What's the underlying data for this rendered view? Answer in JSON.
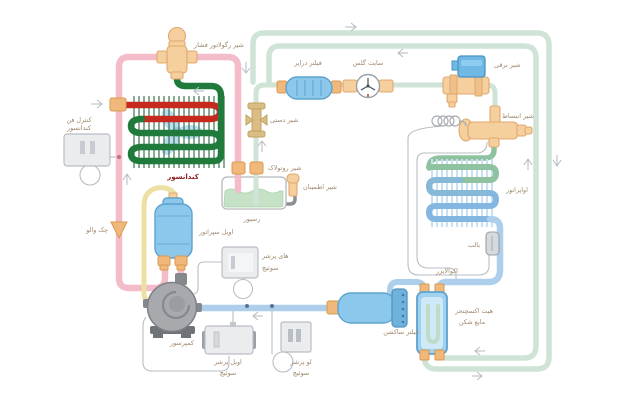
{
  "diagram": {
    "type": "refrigeration-cycle-schematic",
    "language": "fa",
    "direction": "rtl"
  },
  "labels": {
    "pressure_regulator_valve": "شیر رگولاتور فشار",
    "condenser_fan_control_line1": "کنترل فن",
    "condenser_fan_control_line2": "کندانسور",
    "condenser": "کندانسور",
    "check_valve": "چک والو",
    "oil_separator": "اویل سپراتور",
    "receiver": "رسیور",
    "rotolock_valve": "شیر روتولاک",
    "safety_valve": "شیر اطمینان",
    "manual_valve": "شیر دستی",
    "filter_dryer": "فیلتر درایر",
    "sight_glass": "سایت گلس",
    "solenoid_valve": "شیر برقی",
    "expansion_valve": "شیر انبساط",
    "evaporator": "اواپراتور",
    "bulb": "بالب",
    "equalizer": "اکوالایزر",
    "heat_exchanger_line1": "هیت اکسچنجر",
    "heat_exchanger_line2": "مایع شکن",
    "suction_filter": "فیلتر ساکشن",
    "compressor": "کمپرسور",
    "high_pressure_switch_line1": "های پرشر",
    "high_pressure_switch_line2": "سوئیچ",
    "oil_pressure_switch_line1": "اویل پرشر",
    "oil_pressure_switch_line2": "سوئیچ",
    "low_pressure_switch_line1": "لو پرشر",
    "low_pressure_switch_line2": "سوئیچ"
  },
  "colors": {
    "discharge_pipe_pink": "#f4bcc8",
    "oil_pipe_yellow": "#ece0a2",
    "liquid_pipe_teal": "#cfe3d6",
    "suction_pipe_blue": "#aecfec",
    "condenser_coil_red": "#c62a1e",
    "condenser_coil_green": "#1f7a3c",
    "evaporator_coil_green": "#8fc3a0",
    "evaporator_coil_blue": "#83b7e2",
    "component_blue": "#8cc8ec",
    "component_tan": "#f6cf9e",
    "receiver_liquid_green": "#c5e2c7",
    "label_text": "#a0886e",
    "condenser_label_text": "#8a1f1f"
  }
}
